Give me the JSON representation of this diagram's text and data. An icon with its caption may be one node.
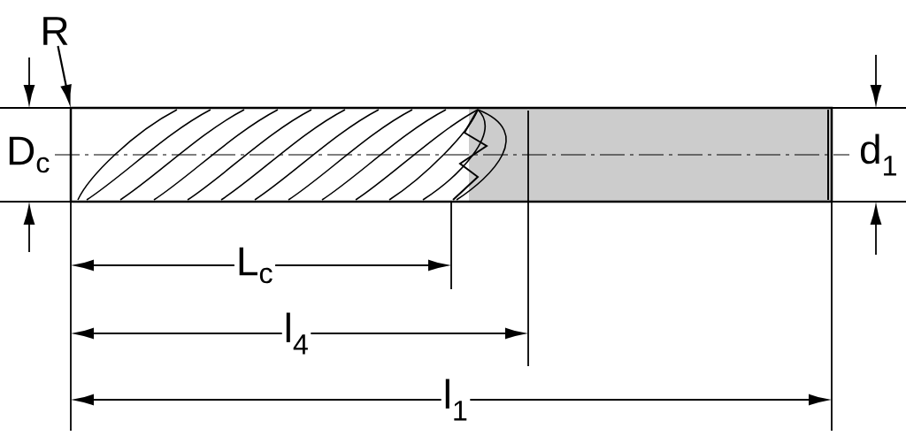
{
  "diagram": {
    "nodes": [
      {
        "text": [
          "R"
        ]
      },
      {
        "text": [],
        "shape": "picture"
      }
    ],
    "edges": [
      {
        "from": 0,
        "to": 1,
        "arrow": "to"
      }
    ],
    "labels": [
      "D$_{c}$",
      "d$_{1}$",
      "L$_{c}$",
      "l$_{4}$",
      "l$_{1}$"
    ]
  }
}
